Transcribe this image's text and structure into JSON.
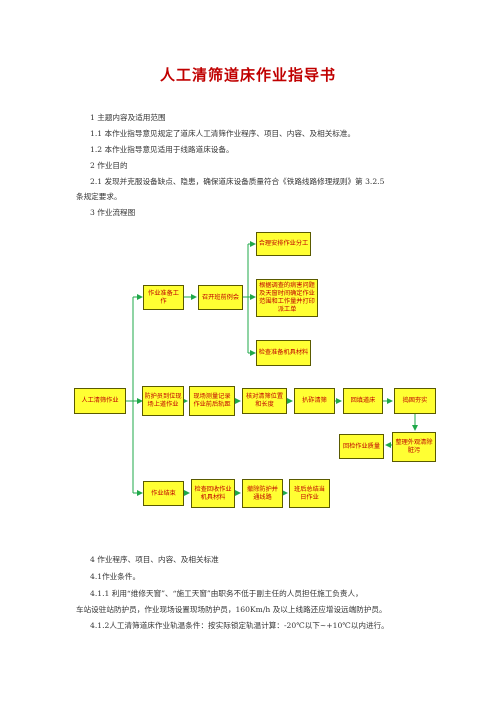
{
  "document": {
    "title": "人工清筛道床作业指导书",
    "lines_top": [
      "1 主题内容及适用范围",
      "1.1 本作业指导意见规定了道床人工清筛作业程序、项目、内容、及相关标准。",
      "1.2 本作业指导意见适用于线路道床设备。",
      "2 作业目的",
      "2.1 发现并克服设备缺点、隐患，确保道床设备质量符合《铁路线路修理规则》第 3.2.5",
      "条规定要求。",
      "3 作业流程图"
    ],
    "lines_bottom": [
      "4 作业程序、项目、内容、及相关标准",
      "4.1作业条件。",
      "4.1.1 利用“维修天窗”、“施工天窗”由职务不低于副主任的人员担任施工负责人，",
      "车站设驻站防护员，作业现场设置现场防护员，160Km/h 及以上线路还应增设远端防护员。",
      "4.1.2人工清筛道床作业轨温条件：按实际锁定轨温计算：-20℃以下~+10℃以内进行。"
    ]
  },
  "flowchart": {
    "nodes": {
      "start": "人工清筛作业",
      "prep": "作业准备工作",
      "meeting": "召开班前例会",
      "assign": "合理安排作业分工",
      "survey": "根据调查的病害问题及天窗时间确定作业范围和工作量并打印派工单",
      "tools": "检查准备机具材料",
      "guard": "防护员到位现场上道作业",
      "measure": "现场测量记录作业前后轨距",
      "position": "核对清筛位置和长度",
      "dig": "扒砟清筛",
      "backfill": "回填道床",
      "tamp": "捣固夯实",
      "tidy": "整理外观清除脏污",
      "quality": "回检作业质量",
      "end": "作业结束",
      "checktools": "检查回收作业机具材料",
      "clear": "撤除防护并通线路",
      "summary": "班后总结当日作业"
    }
  }
}
